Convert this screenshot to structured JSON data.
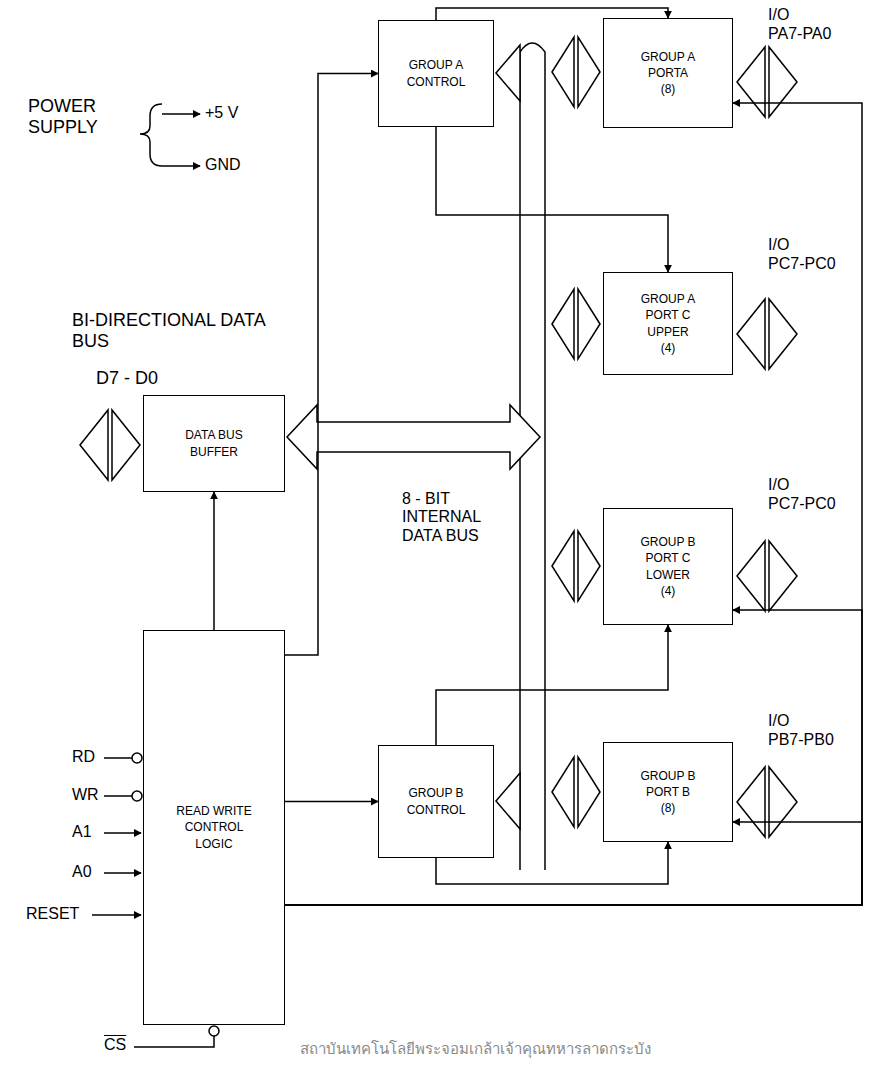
{
  "diagram": {
    "nodes": [
      {
        "text": [
          "GROUP A CONTROL"
        ]
      },
      {
        "text": [
          "GROUP A PORTA",
          "(8)"
        ]
      },
      {
        "text": [
          "GROUP A PORT C UPPER",
          "(4)"
        ]
      },
      {
        "text": [
          "DATA BUS BUFFER"
        ]
      },
      {
        "text": [
          "GROUP B PORT C LOWER",
          "(4)"
        ]
      },
      {
        "text": [
          "READ WRITE CONTROL LOGIC"
        ]
      },
      {
        "text": [
          "GROUP B CONTROL"
        ]
      },
      {
        "text": [
          "GROUP B PORT B",
          "(8)"
        ]
      }
    ],
    "edges": [
      {
        "from": 5,
        "to": 3,
        "arrow": "to"
      },
      {
        "from": 5,
        "to": 0,
        "arrow": "to"
      },
      {
        "from": 5,
        "to": 6,
        "arrow": "to"
      },
      {
        "from": 0,
        "to": 1,
        "arrow": "to"
      },
      {
        "from": 0,
        "to": 2,
        "arrow": "to"
      },
      {
        "from": 6,
        "to": 4,
        "arrow": "to"
      },
      {
        "from": 6,
        "to": 7,
        "arrow": "to"
      },
      {
        "from": 5,
        "to": 1,
        "arrow": "to"
      },
      {
        "from": 5,
        "to": 4,
        "arrow": "to"
      },
      {
        "from": 5,
        "to": 7,
        "arrow": "to"
      }
    ],
    "labels": [
      "POWER SUPPLY",
      "+5 V",
      "GND",
      "BI-DIRECTIONAL DATA BUS",
      "D7 - D0",
      "8 - BIT INTERNAL DATA BUS",
      "I/O",
      "PA7-PA0",
      "I/O",
      "PC7-PC0",
      "I/O",
      "PC7-PC0",
      "I/O",
      "PB7-PB0",
      "RD",
      "WR",
      "A1",
      "A0",
      "RESET",
      "CS",
      "สถาบันเทคโนโลยีพระจอมเกล้าเจ้าคุณทหารลาดกระบัง"
    ]
  }
}
